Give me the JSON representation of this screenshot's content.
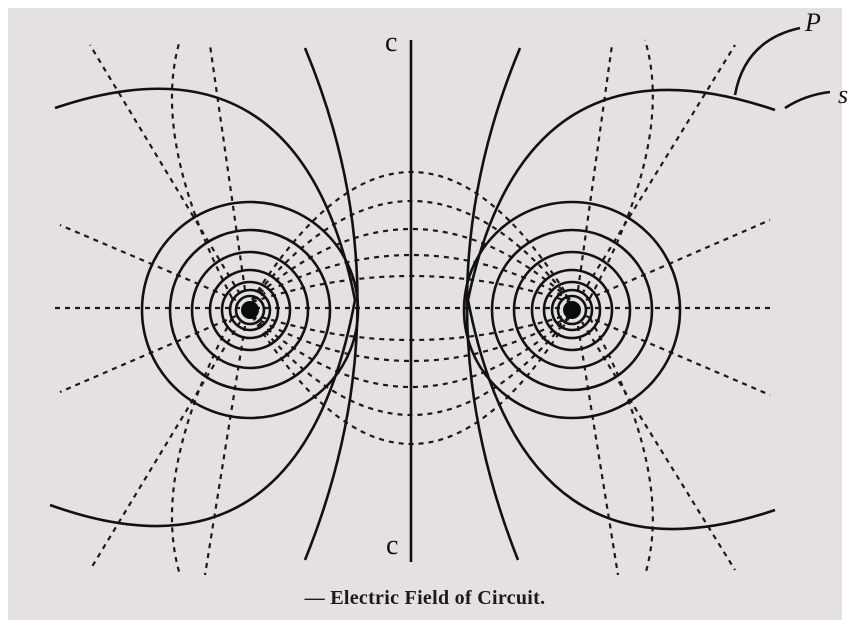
{
  "labels": {
    "c_top": "c",
    "c_bottom": "c",
    "p": "P",
    "s": "s"
  },
  "caption": "— Electric Field of Circuit.",
  "colors": {
    "background": "#e5e1e0",
    "ink": "#111111",
    "page": "#ffffff"
  }
}
